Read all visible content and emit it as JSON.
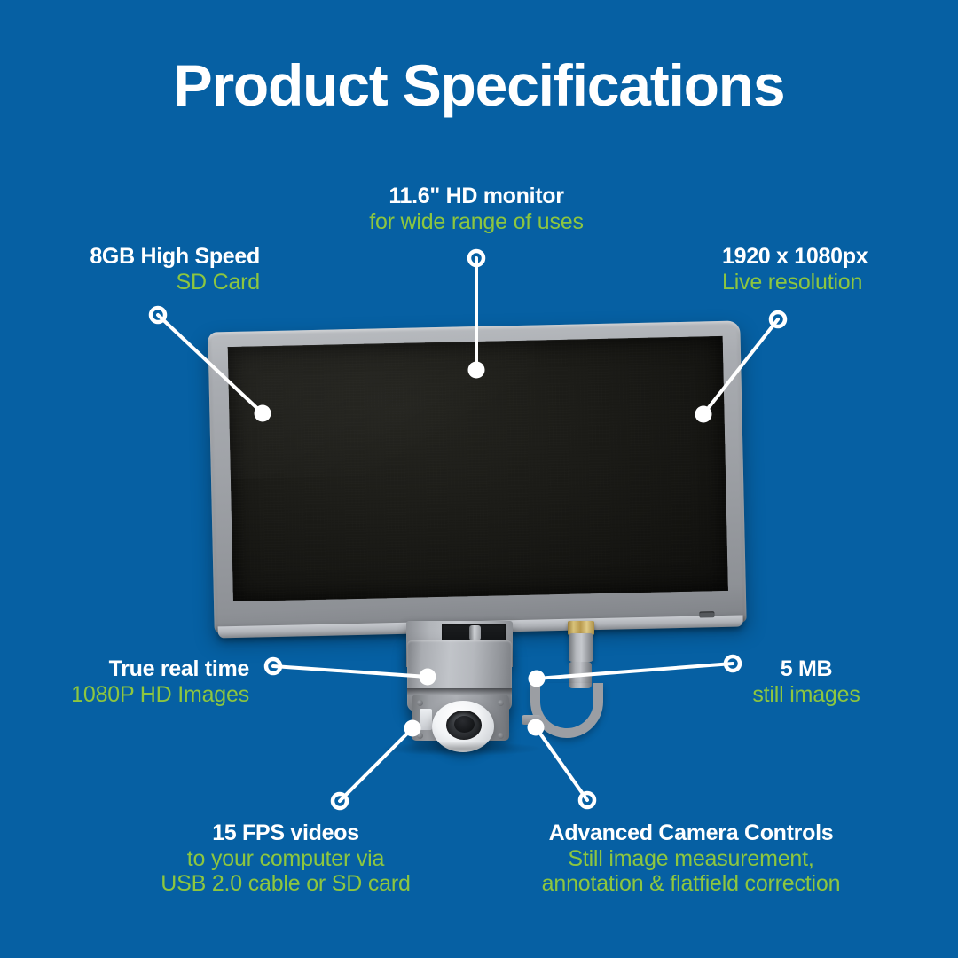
{
  "theme": {
    "background": "#0660a3",
    "title_color": "#ffffff",
    "label_title_color": "#ffffff",
    "label_sub_color": "#8dc63f",
    "connector_color": "#ffffff"
  },
  "header": {
    "title": "Product Specifications"
  },
  "callouts": [
    {
      "id": "hd-monitor",
      "title": "11.6\" HD monitor",
      "subtitle": "for wide range of uses",
      "align": "center"
    },
    {
      "id": "sd-card",
      "title": "8GB High Speed",
      "subtitle": "SD Card",
      "align": "right"
    },
    {
      "id": "live-resolution",
      "title": "1920 x 1080px",
      "subtitle": "Live resolution",
      "align": "left"
    },
    {
      "id": "real-time",
      "title": "True real time",
      "subtitle": "1080P HD Images",
      "align": "right"
    },
    {
      "id": "still-images",
      "title": "5 MB",
      "subtitle": "still images",
      "align": "center"
    },
    {
      "id": "fps-videos",
      "title": "15 FPS videos",
      "subtitle": "to your computer via",
      "subtitle2": "USB 2.0 cable or SD card",
      "align": "center"
    },
    {
      "id": "camera-controls",
      "title": "Advanced Camera Controls",
      "subtitle": "Still image measurement,",
      "subtitle2": "annotation & flatfield correction",
      "align": "center"
    }
  ],
  "connectors": [
    {
      "id": "sd-card",
      "ring": [
        178,
        355
      ],
      "dot": [
        296,
        466
      ]
    },
    {
      "id": "hd-monitor",
      "ring": [
        537,
        291
      ],
      "dot": [
        537,
        417
      ]
    },
    {
      "id": "live-resolution",
      "ring": [
        877,
        360
      ],
      "dot": [
        793,
        467
      ]
    },
    {
      "id": "real-time",
      "ring": [
        308,
        751
      ],
      "dot": [
        482,
        763
      ]
    },
    {
      "id": "still-images",
      "ring": [
        826,
        748
      ],
      "dot": [
        605,
        765
      ]
    },
    {
      "id": "fps-videos",
      "ring": [
        383,
        903
      ],
      "dot": [
        465,
        821
      ]
    },
    {
      "id": "camera-controls",
      "ring": [
        662,
        902
      ],
      "dot": [
        604,
        820
      ]
    }
  ],
  "product": {
    "name": "digital microscope with HD monitor",
    "parts": [
      "monitor-bezel",
      "monitor-screen",
      "mounting-neck",
      "camera-body",
      "lens-ring",
      "lens-opening",
      "flex-cable"
    ]
  }
}
